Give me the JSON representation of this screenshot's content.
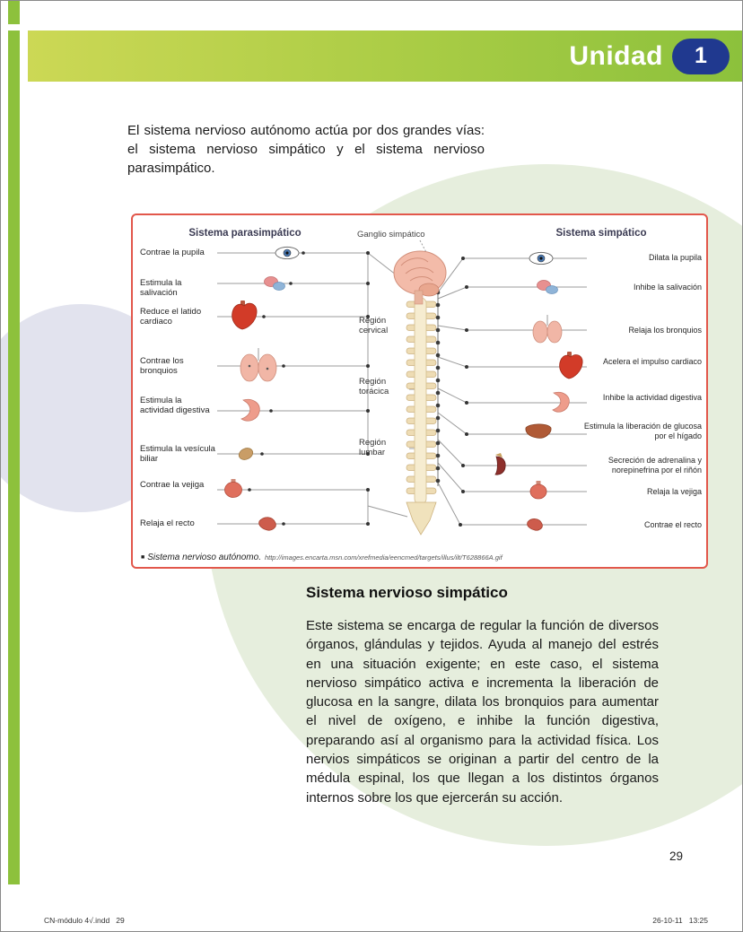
{
  "header": {
    "unit_label": "Unidad",
    "unit_number": "1"
  },
  "intro": "El sistema nervioso autónomo actúa por dos grandes vías: el sistema nervioso simpático y el sistema nervioso parasimpático.",
  "figure": {
    "header_left": "Sistema parasimpático",
    "header_center": "Ganglio simpático",
    "header_right": "Sistema simpático",
    "left_labels": [
      "Contrae la pupila",
      "Estimula la salivación",
      "Reduce el latido cardiaco",
      "Contrae los bronquios",
      "Estimula la actividad digestiva",
      "Estimula la vesícula biliar",
      "Contrae la vejiga",
      "Relaja el recto"
    ],
    "spine_labels": [
      "Región cervical",
      "Región torácica",
      "Región lumbar"
    ],
    "right_labels": [
      "Dilata la pupila",
      "Inhibe la salivación",
      "Relaja los bronquios",
      "Acelera el impulso cardiaco",
      "Inhibe la actividad digestiva",
      "Estimula la liberación de glucosa por el hígado",
      "Secreción de adrenalina y norepinefrina por el riñón",
      "Relaja la vejiga",
      "Contrae el recto"
    ],
    "caption_bullet": "■",
    "caption_title": "Sistema nervioso autónomo.",
    "caption_url": "http://images.encarta.msn.com/xrefmedia/eencmed/targets/illus/ilt/T628866A.gif"
  },
  "section": {
    "heading": "Sistema nervioso simpático",
    "body": "Este sistema se encarga de regular la función de diversos órganos, glándulas y tejidos. Ayuda al manejo del estrés en una situación exigente; en este caso, el sistema nervioso simpático activa e incrementa la liberación de glucosa en la sangre, dilata los bronquios para aumentar el nivel de oxígeno, e inhibe la función digestiva, preparando así al organismo para la actividad física. Los nervios simpáticos se originan a partir del centro de la médula espinal, los que llegan a los distintos órganos internos sobre los que ejercerán su acción."
  },
  "footer": {
    "page_number": "29",
    "left": "CN-módulo 4√.indd   29",
    "right": "26-10-11   13:25"
  },
  "colors": {
    "band_gradient_start": "#ccd855",
    "band_gradient_end": "#8cc13c",
    "badge_blue": "#20398f",
    "stripe_green": "#8dc13c",
    "figure_border_red": "#e2574b",
    "bg_circle_green": "#e6eedd",
    "bg_circle_lavender": "#e2e3ee"
  }
}
